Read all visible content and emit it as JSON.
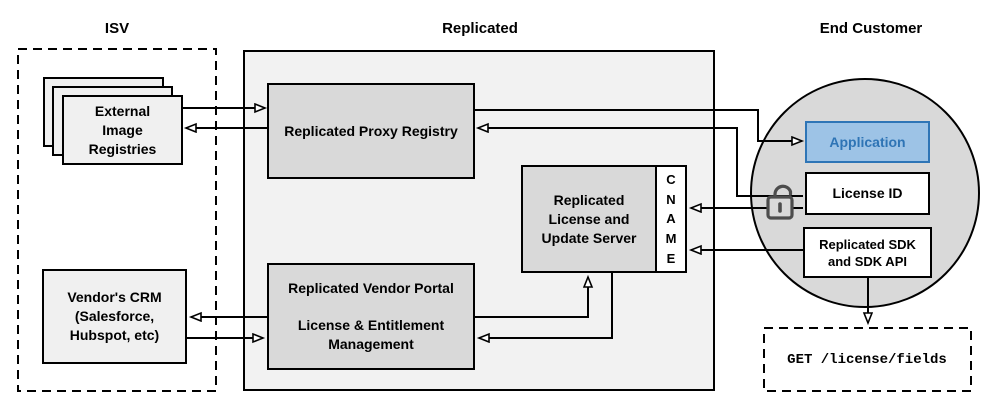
{
  "headings": {
    "isv": "ISV",
    "replicated": "Replicated",
    "end_customer": "End Customer"
  },
  "boxes": {
    "registries": {
      "line1": "External",
      "line2": "Image",
      "line3": "Registries"
    },
    "crm": {
      "line1": "Vendor's CRM",
      "line2": "(Salesforce,",
      "line3": "Hubspot, etc)"
    },
    "proxy": {
      "label": "Replicated Proxy Registry"
    },
    "vendor_portal": {
      "line1": "Replicated Vendor Portal",
      "line2": "License & Entitlement",
      "line3": "Management"
    },
    "license_server": {
      "line1": "Replicated",
      "line2": "License and",
      "line3": "Update Server"
    },
    "cname": {
      "letters": [
        "C",
        "N",
        "A",
        "M",
        "E"
      ]
    },
    "application": {
      "label": "Application"
    },
    "license_id": {
      "label": "License ID"
    },
    "sdk": {
      "line1": "Replicated SDK",
      "line2": "and SDK API"
    },
    "get_endpoint": {
      "label": "GET /license/fields"
    }
  },
  "icons": {
    "lock": "open-padlock-icon"
  },
  "colors": {
    "container_fill": "#f2f2f2",
    "box_fill": "#d9d9d9",
    "light_fill": "#f0f0f0",
    "line": "#000000",
    "accent_fill": "#9dc3e6",
    "accent_border": "#2e75b6",
    "accent_text": "#2e74b5",
    "lock": "#4d4d4d"
  }
}
